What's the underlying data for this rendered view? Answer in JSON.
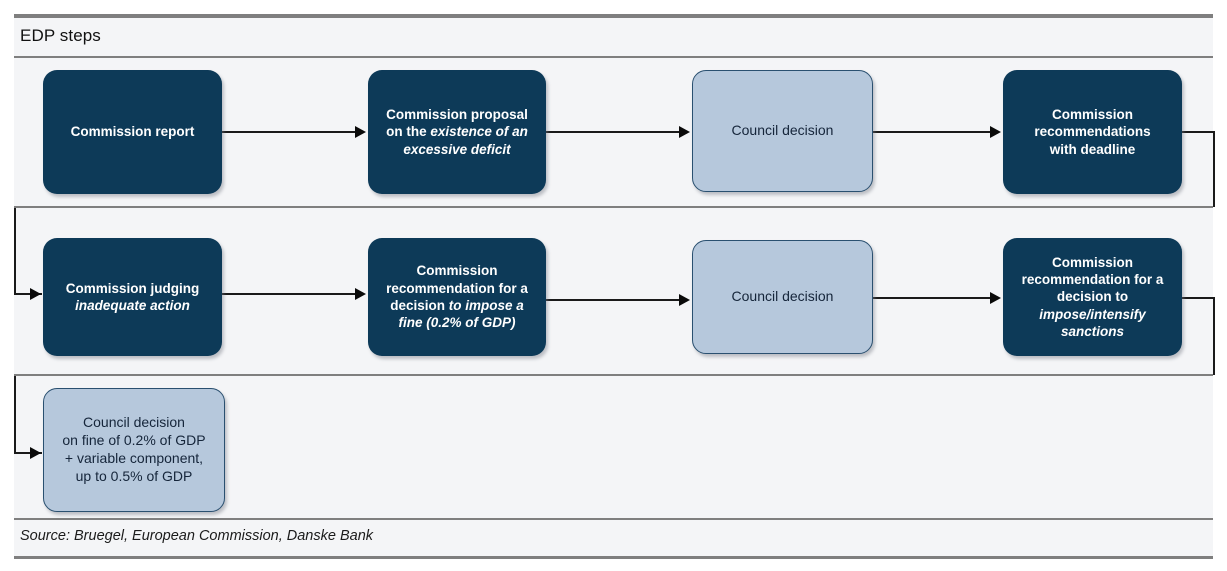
{
  "figure": {
    "title": "EDP steps",
    "source": "Source: Bruegel, European Commission, Danske Bank",
    "colors": {
      "dark_node": "#0d3a58",
      "light_node": "#b6c8dc",
      "band": "#f4f5f7",
      "rule": "#7f7f7f",
      "connector": "#1a1a1a"
    }
  },
  "chart_data": {
    "type": "diagram",
    "title": "EDP steps",
    "nodes": [
      {
        "id": "n1",
        "row": 1,
        "col": 1,
        "style": "dark",
        "lines": [
          {
            "text": "Commission report",
            "italic": false
          }
        ]
      },
      {
        "id": "n2",
        "row": 1,
        "col": 2,
        "style": "dark",
        "lines": [
          {
            "text": "Commission proposal",
            "italic": false
          },
          {
            "text": "on the ",
            "italic": false,
            "tail": "existence of an",
            "tail_italic": true
          },
          {
            "text": "excessive deficit",
            "italic": true
          }
        ]
      },
      {
        "id": "n3",
        "row": 1,
        "col": 3,
        "style": "light",
        "lines": [
          {
            "text": "Council decision",
            "italic": false
          }
        ]
      },
      {
        "id": "n4",
        "row": 1,
        "col": 4,
        "style": "dark",
        "lines": [
          {
            "text": "Commission",
            "italic": false
          },
          {
            "text": "recommendations",
            "italic": false
          },
          {
            "text": "with deadline",
            "italic": false
          }
        ]
      },
      {
        "id": "n5",
        "row": 2,
        "col": 1,
        "style": "dark",
        "lines": [
          {
            "text": "Commission judging",
            "italic": false
          },
          {
            "text": "inadequate action",
            "italic": true
          }
        ]
      },
      {
        "id": "n6",
        "row": 2,
        "col": 2,
        "style": "dark",
        "lines": [
          {
            "text": "Commission",
            "italic": false
          },
          {
            "text": "recommendation for a",
            "italic": false
          },
          {
            "text": "decision to impose a",
            "italic": false
          },
          {
            "text": "fine (0.2% of GDP)",
            "italic": true
          }
        ]
      },
      {
        "id": "n7",
        "row": 2,
        "col": 3,
        "style": "light",
        "lines": [
          {
            "text": "Council decision",
            "italic": false
          }
        ]
      },
      {
        "id": "n8",
        "row": 2,
        "col": 4,
        "style": "dark",
        "lines": [
          {
            "text": "Commission",
            "italic": false
          },
          {
            "text": "recommendation for a",
            "italic": false
          },
          {
            "text": "decision to",
            "italic": false
          },
          {
            "text": "impose/intensify",
            "italic": true
          },
          {
            "text": "sanctions",
            "italic": true
          }
        ]
      },
      {
        "id": "n9",
        "row": 3,
        "col": 1,
        "style": "light",
        "lines": [
          {
            "text": "Council decision",
            "italic": false
          },
          {
            "text": "on fine of 0.2% of GDP",
            "italic": false
          },
          {
            "text": "+ variable component,",
            "italic": false
          },
          {
            "text": "up to 0.5% of GDP",
            "italic": false
          }
        ]
      }
    ],
    "edges": [
      {
        "from": "n1",
        "to": "n2",
        "kind": "straight"
      },
      {
        "from": "n2",
        "to": "n3",
        "kind": "straight"
      },
      {
        "from": "n3",
        "to": "n4",
        "kind": "straight"
      },
      {
        "from": "n4",
        "to": "n5",
        "kind": "wrap-to-next-row"
      },
      {
        "from": "n5",
        "to": "n6",
        "kind": "straight"
      },
      {
        "from": "n6",
        "to": "n7",
        "kind": "straight"
      },
      {
        "from": "n7",
        "to": "n8",
        "kind": "straight"
      },
      {
        "from": "n8",
        "to": "n9",
        "kind": "wrap-to-next-row"
      }
    ]
  },
  "nodes": {
    "n1": {
      "l1": "Commission report"
    },
    "n2": {
      "l1": "Commission proposal",
      "l2a": "on the ",
      "l2b": "existence of an",
      "l3": "excessive deficit"
    },
    "n3": {
      "l1": "Council decision"
    },
    "n4": {
      "l1": "Commission",
      "l2": "recommendations",
      "l3": "with deadline"
    },
    "n5": {
      "l1": "Commission judging",
      "l2": "inadequate action"
    },
    "n6": {
      "l1": "Commission",
      "l2": "recommendation for a",
      "l3a": "decision ",
      "l3b": "to impose a",
      "l4": "fine (0.2% of GDP)"
    },
    "n7": {
      "l1": "Council decision"
    },
    "n8": {
      "l1": "Commission",
      "l2": "recommendation for a",
      "l3": "decision to",
      "l4": "impose/intensify",
      "l5": "sanctions"
    },
    "n9": {
      "l1": "Council decision",
      "l2": "on fine of 0.2% of GDP",
      "l3": "+ variable component,",
      "l4": "up to 0.5% of GDP"
    }
  }
}
